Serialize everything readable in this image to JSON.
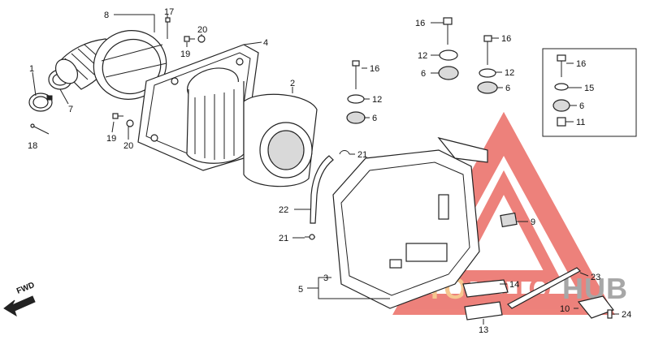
{
  "diagram": {
    "direction_label": "FWD",
    "watermark": {
      "text": "AUTOMOTOHUB",
      "color": "#e8584f"
    },
    "callouts": [
      {
        "id": "c1",
        "text": "1"
      },
      {
        "id": "c2",
        "text": "2"
      },
      {
        "id": "c3",
        "text": "3"
      },
      {
        "id": "c4",
        "text": "4"
      },
      {
        "id": "c5",
        "text": "5"
      },
      {
        "id": "c6a",
        "text": "6"
      },
      {
        "id": "c6b",
        "text": "6"
      },
      {
        "id": "c6c",
        "text": "6"
      },
      {
        "id": "c6d",
        "text": "6"
      },
      {
        "id": "c7",
        "text": "7"
      },
      {
        "id": "c8",
        "text": "8"
      },
      {
        "id": "c9",
        "text": "9"
      },
      {
        "id": "c10",
        "text": "10"
      },
      {
        "id": "c11",
        "text": "11"
      },
      {
        "id": "c12a",
        "text": "12"
      },
      {
        "id": "c12b",
        "text": "12"
      },
      {
        "id": "c12c",
        "text": "12"
      },
      {
        "id": "c13",
        "text": "13"
      },
      {
        "id": "c14",
        "text": "14"
      },
      {
        "id": "c15",
        "text": "15"
      },
      {
        "id": "c16a",
        "text": "16"
      },
      {
        "id": "c16b",
        "text": "16"
      },
      {
        "id": "c16c",
        "text": "16"
      },
      {
        "id": "c16d",
        "text": "16"
      },
      {
        "id": "c17",
        "text": "17"
      },
      {
        "id": "c18",
        "text": "18"
      },
      {
        "id": "c19a",
        "text": "19"
      },
      {
        "id": "c19b",
        "text": "19"
      },
      {
        "id": "c20a",
        "text": "20"
      },
      {
        "id": "c20b",
        "text": "20"
      },
      {
        "id": "c21a",
        "text": "21"
      },
      {
        "id": "c21b",
        "text": "21"
      },
      {
        "id": "c22",
        "text": "22"
      },
      {
        "id": "c23",
        "text": "23"
      },
      {
        "id": "c24",
        "text": "24"
      }
    ]
  }
}
